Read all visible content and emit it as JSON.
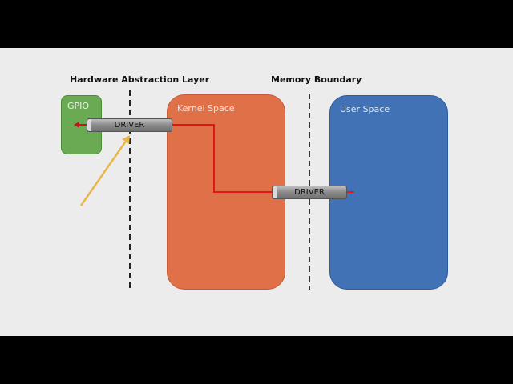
{
  "headings": {
    "hal": "Hardware Abstraction Layer",
    "memory": "Memory Boundary"
  },
  "regions": {
    "gpio": "GPIO",
    "kernel": "Kernel Space",
    "user": "User Space"
  },
  "drivers": [
    "DRIVER",
    "DRIVER"
  ],
  "colors": {
    "gpio": "#6aaa52",
    "kernel": "#e07048",
    "user": "#4172b6",
    "signal": "#e0161b",
    "pointer": "#e8b64a"
  }
}
